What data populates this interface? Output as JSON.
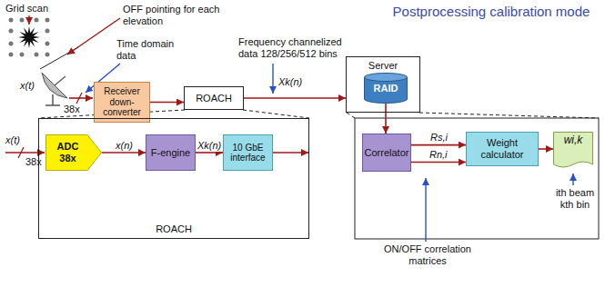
{
  "diagram": {
    "title": "Postprocessing calibration mode",
    "nodes": [
      {
        "text": [
          "Receiver down-converter"
        ]
      },
      {
        "text": [
          "ROACH"
        ]
      },
      {
        "text": [
          "Server"
        ]
      },
      {
        "text": [
          "RAID"
        ],
        "in": 2
      },
      {
        "text": [
          "ROACH"
        ]
      },
      {
        "text": [
          "ADC 38x"
        ],
        "in": 4
      },
      {
        "text": [
          "F-engine"
        ],
        "in": 4
      },
      {
        "text": [
          "10 GbE interface"
        ],
        "in": 4
      },
      {
        "text": [
          "Correlator"
        ]
      },
      {
        "text": [
          "Weight calculator"
        ]
      },
      {
        "text": [
          "wi,k"
        ]
      }
    ],
    "edges": [
      {
        "from": 0,
        "to": 1,
        "arrow": "to"
      },
      {
        "from": 1,
        "to": 2,
        "arrow": "to"
      },
      {
        "from": 3,
        "to": 8,
        "arrow": "to"
      },
      {
        "from": 5,
        "to": 6,
        "label": "x(n)",
        "arrow": "to"
      },
      {
        "from": 6,
        "to": 7,
        "label": "Xk(n)",
        "arrow": "to"
      },
      {
        "from": 8,
        "to": 9,
        "label": "Rs,i",
        "arrow": "to"
      },
      {
        "from": 8,
        "to": 9,
        "label": "Rn,i",
        "arrow": "to"
      },
      {
        "from": 9,
        "to": 10,
        "arrow": "to"
      }
    ],
    "labels": [
      "Grid scan",
      "OFF pointing for each elevation",
      "Time domain data",
      "x(t)",
      "38x",
      "Frequency channelized data 128/256/512 bins",
      "Xk(n)",
      "x(t)",
      "38x",
      "ON/OFF correlation matrices",
      "ith beam kth bin"
    ]
  }
}
